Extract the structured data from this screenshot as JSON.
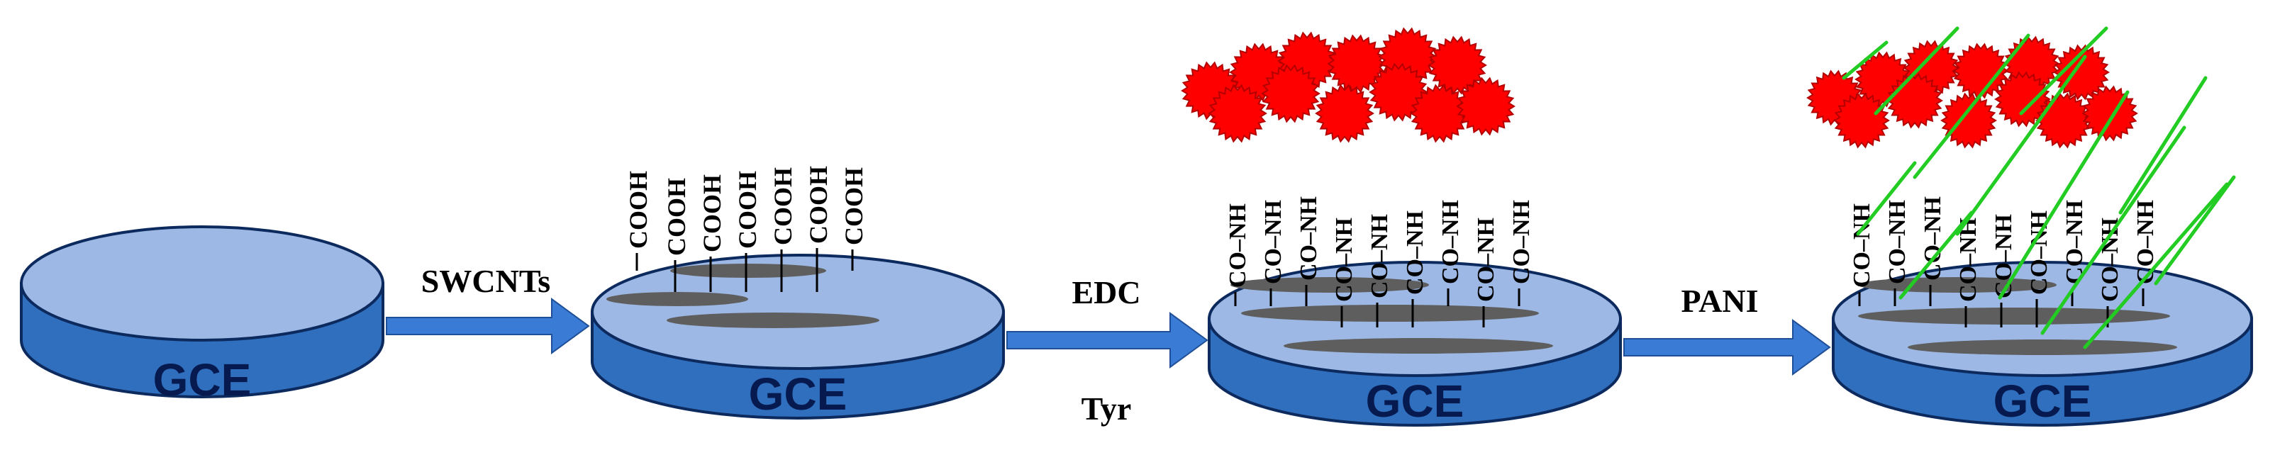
{
  "diagram": {
    "stages": [
      {
        "electrode_label": "GCE"
      },
      {
        "electrode_label": "GCE",
        "group_label": "COOH"
      },
      {
        "electrode_label": "GCE",
        "group_label": "CO–NH"
      },
      {
        "electrode_label": "GCE",
        "group_label": "CO–NH"
      }
    ],
    "steps": [
      {
        "label_top": "SWCNTs"
      },
      {
        "label_top": "EDC",
        "label_bottom": "Tyr"
      },
      {
        "label_top": "PANI"
      }
    ],
    "colors": {
      "electrode_top": "#9db8e4",
      "electrode_side": "#2f6fbd",
      "electrode_outline": "#0d2a5e",
      "arrow": "#3a7bd5",
      "nanotube": "#5e5e5e",
      "enzyme": "#ff0000",
      "polymer": "#22cc22"
    }
  }
}
